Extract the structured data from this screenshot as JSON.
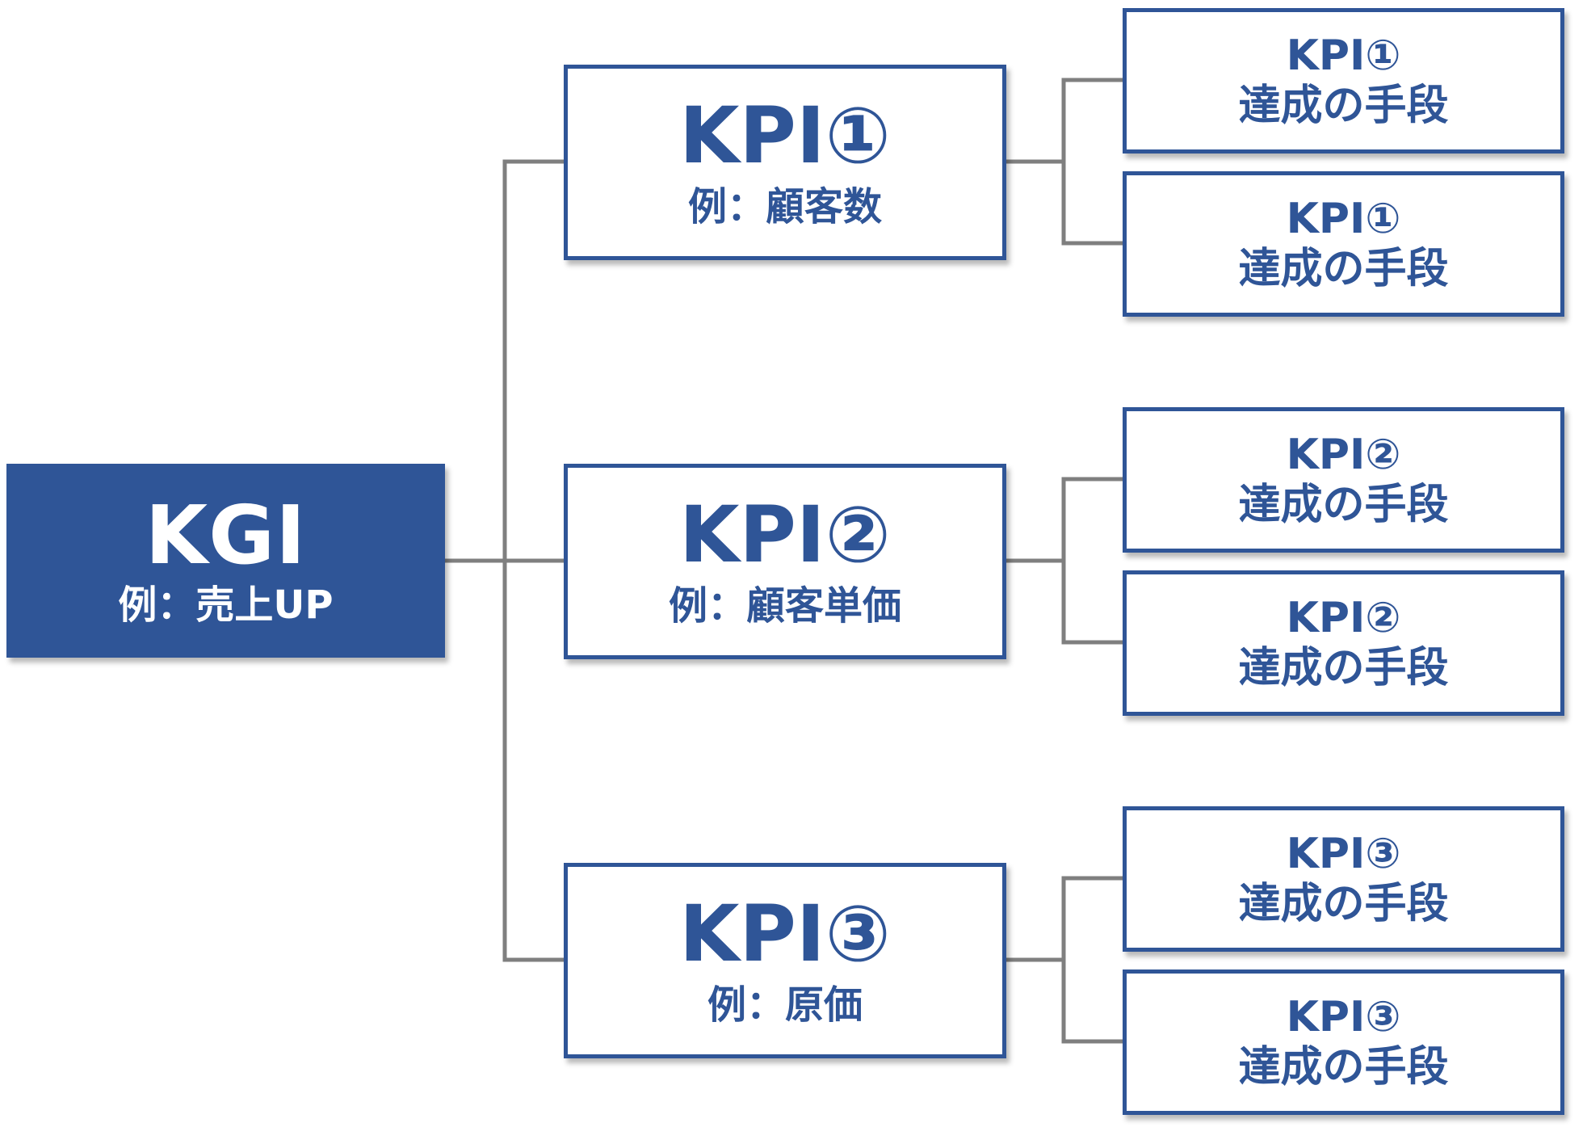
{
  "colors": {
    "accent": "#2f5597",
    "connector": "#7f7f7f",
    "background": "#ffffff"
  },
  "kgi": {
    "title": "KGI",
    "example": "例：売上UP"
  },
  "kpis": [
    {
      "title": "KPI①",
      "example": "例：顧客数",
      "means": [
        {
          "title": "KPI①",
          "label": "達成の手段"
        },
        {
          "title": "KPI①",
          "label": "達成の手段"
        }
      ]
    },
    {
      "title": "KPI②",
      "example": "例：顧客単価",
      "means": [
        {
          "title": "KPI②",
          "label": "達成の手段"
        },
        {
          "title": "KPI②",
          "label": "達成の手段"
        }
      ]
    },
    {
      "title": "KPI③",
      "example": "例：原価",
      "means": [
        {
          "title": "KPI③",
          "label": "達成の手段"
        },
        {
          "title": "KPI③",
          "label": "達成の手段"
        }
      ]
    }
  ]
}
